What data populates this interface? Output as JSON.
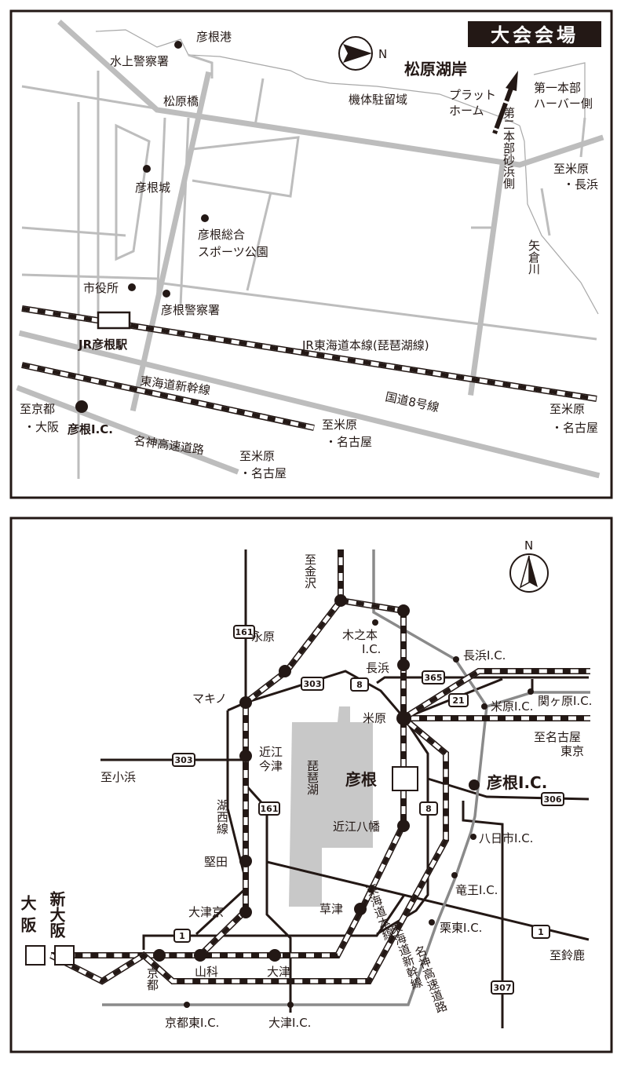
{
  "top_map": {
    "title": "大会会場",
    "north_label": "N",
    "labels": {
      "hikone_port": "彦根港",
      "water_police": "水上警察署",
      "matsubara_bridge": "松原橋",
      "aircraft_area": "機体駐留域",
      "matsubara_shore": "松原湖岸",
      "platform_1": "プラット",
      "platform_2": "ホーム",
      "second_hq": "第二本部砂浜側",
      "first_hq_1": "第一本部",
      "first_hq_2": "ハーバー側",
      "to_maibara_1": "至米原",
      "to_maibara_2": "・長浜",
      "hikone_castle": "彦根城",
      "sports_park_1": "彦根総合",
      "sports_park_2": "スポーツ公園",
      "yagura_river": "矢倉川",
      "city_hall": "市役所",
      "hikone_police": "彦根警察署",
      "jr_hikone_station": "JR彦根駅",
      "jr_line": "JR東海道本線(琵琶湖線)",
      "shinkansen": "東海道新幹線",
      "route8": "国道8号線",
      "to_kyoto_1": "至京都",
      "to_kyoto_2": "・大阪",
      "hikone_ic": "彦根I.C.",
      "meishin": "名神高速道路",
      "to_maibara_ngy_a1": "至米原",
      "to_maibara_ngy_a2": "・名古屋",
      "to_maibara_ngy_b1": "至米原",
      "to_maibara_ngy_b2": "・名古屋",
      "to_maibara_ngy_c1": "至米原",
      "to_maibara_ngy_c2": "・名古屋"
    }
  },
  "bottom_map": {
    "north_label": "N",
    "labels": {
      "to_kanazawa": "至金沢",
      "nagahara": "永原",
      "kinomoto_ic_1": "木之本",
      "kinomoto_ic_2": "I.C.",
      "nagahama": "長浜",
      "nagahama_ic": "長浜I.C.",
      "makino": "マキノ",
      "maibara": "米原",
      "maibara_ic": "米原I.C.",
      "sekigahara_ic": "関ヶ原I.C.",
      "to_nagoya_1": "至名古屋",
      "to_nagoya_2": "東京",
      "omi_imazu_1": "近江",
      "omi_imazu_2": "今津",
      "to_obama": "至小浜",
      "biwako": "琵琶湖",
      "hikone": "彦根",
      "hikone_ic": "彦根I.C.",
      "kosei_line": "湖西線",
      "omi_hachiman": "近江八幡",
      "yokaichi_ic": "八日市I.C.",
      "katata": "堅田",
      "ryuo_ic": "竜王I.C.",
      "kusatsu": "草津",
      "otsukyo": "大津京",
      "tokaido_line": "東海道本線",
      "ritto_ic": "栗東I.C.",
      "to_suzuka": "至鈴鹿",
      "osaka": "大阪",
      "shin_osaka": "新大阪",
      "kyoto": "京都",
      "yamashina": "山科",
      "otsu": "大津",
      "shinkansen": "東海道新幹線",
      "meishin": "名神高速道路",
      "kyoto_higashi_ic": "京都東I.C.",
      "otsu_ic": "大津I.C."
    },
    "shields": {
      "r161a": "161",
      "r303a": "303",
      "r8a": "8",
      "r365": "365",
      "r21": "21",
      "r303b": "303",
      "r306": "306",
      "r8b": "8",
      "r161b": "161",
      "r1a": "1",
      "r1b": "1",
      "r307": "307"
    }
  }
}
